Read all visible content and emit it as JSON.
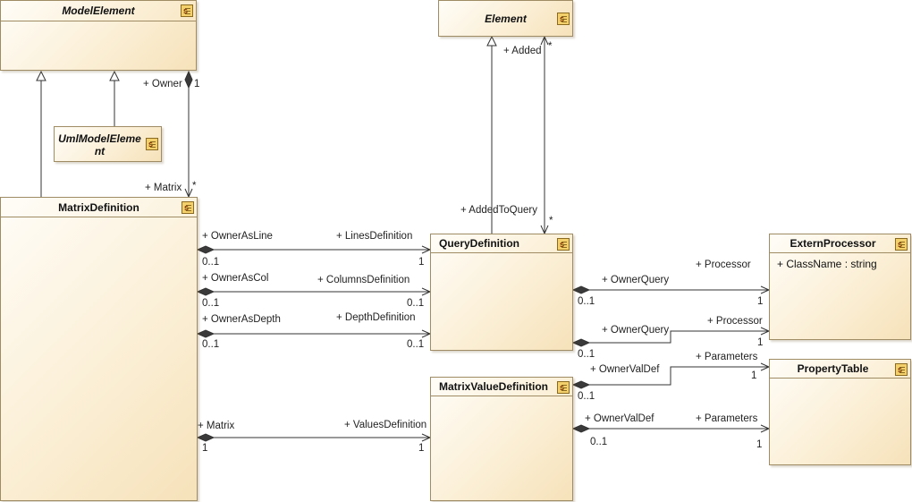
{
  "classes": {
    "model_element": {
      "name": "ModelElement",
      "abstract": true
    },
    "element": {
      "name": "Element",
      "abstract": true
    },
    "uml_model_element": {
      "name_line1": "UmlModelEleme",
      "name_line2": "nt",
      "abstract": true
    },
    "matrix_definition": {
      "name": "MatrixDefinition",
      "abstract": false
    },
    "query_definition": {
      "name": "QueryDefinition",
      "abstract": false
    },
    "extern_processor": {
      "name": "ExternProcessor",
      "attribute": "+ ClassName : string"
    },
    "property_table": {
      "name": "PropertyTable",
      "abstract": false
    },
    "matrix_value_definition": {
      "name": "MatrixValueDefinition",
      "abstract": false
    }
  },
  "stereotype_icon": "s",
  "associations": {
    "owner_matrix": {
      "role_a": "+ Owner",
      "mult_a": "1",
      "role_b": "+ Matrix",
      "mult_b": "*"
    },
    "added": {
      "role_a": "+ Added",
      "mult_a": "*",
      "role_b": "+ AddedToQuery",
      "mult_b": "*"
    },
    "lines": {
      "role_a": "+ OwnerAsLine",
      "mult_a": "0..1",
      "role_b": "+ LinesDefinition",
      "mult_b": "1"
    },
    "columns": {
      "role_a": "+ OwnerAsCol",
      "mult_a": "0..1",
      "role_b": "+ ColumnsDefinition",
      "mult_b": "0..1"
    },
    "depth": {
      "role_a": "+ OwnerAsDepth",
      "mult_a": "0..1",
      "role_b": "+ DepthDefinition",
      "mult_b": "0..1"
    },
    "values": {
      "role_a": "+ Matrix",
      "mult_a": "1",
      "role_b": "+ ValuesDefinition",
      "mult_b": "1"
    },
    "query_processor": {
      "role_a": "+ OwnerQuery",
      "mult_a": "0..1",
      "role_b": "+ Processor",
      "mult_b": "1"
    },
    "query_processor_2": {
      "role_a": "+ OwnerQuery",
      "mult_a": "0..1",
      "role_b": "+ Processor",
      "mult_b": "1"
    },
    "query_parameters": {
      "role_a": "+ OwnerValDef",
      "mult_a": "0..1",
      "role_b": "+ Parameters",
      "mult_b": "1"
    },
    "value_parameters": {
      "role_a": "+ OwnerValDef",
      "mult_a": "0..1",
      "role_b": "+ Parameters",
      "mult_b": "1"
    }
  },
  "colors": {
    "border": "#a08c64",
    "line": "#333333",
    "fill_light": "#fffdf8",
    "fill_dark": "#f6e2ba"
  }
}
